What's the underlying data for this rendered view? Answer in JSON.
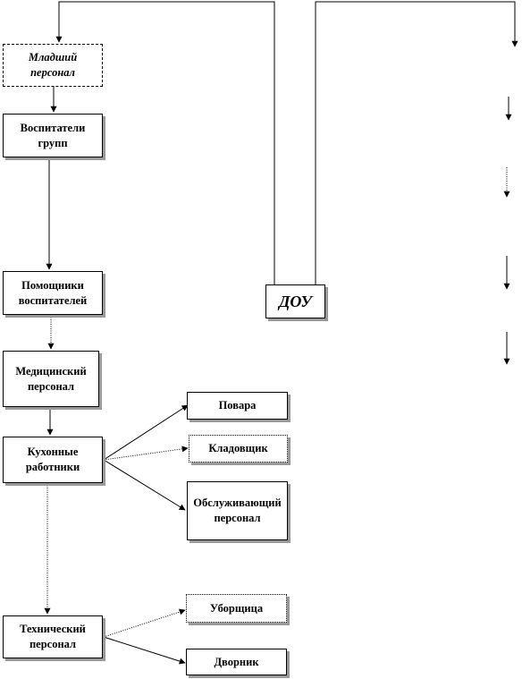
{
  "diagram": {
    "root": {
      "label": "ДОУ"
    },
    "nodes": [
      {
        "id": "junior_staff",
        "label": "Младший персонал"
      },
      {
        "id": "group_teachers",
        "label": "Воспитатели групп"
      },
      {
        "id": "teacher_assistants",
        "label": "Помощники воспитателей"
      },
      {
        "id": "medical_staff",
        "label": "Медицинский персонал"
      },
      {
        "id": "kitchen_workers",
        "label": "Кухонные работники"
      },
      {
        "id": "cooks",
        "label": "Повара"
      },
      {
        "id": "storekeeper",
        "label": "Кладовщик"
      },
      {
        "id": "service_staff",
        "label": "Обслуживающий персонал"
      },
      {
        "id": "technical_staff",
        "label": "Технический персонал"
      },
      {
        "id": "cleaner",
        "label": "Уборщица"
      },
      {
        "id": "janitor",
        "label": "Дворник"
      }
    ],
    "edges": [
      {
        "from": "root",
        "to": "junior_staff"
      },
      {
        "from": "junior_staff",
        "to": "group_teachers"
      },
      {
        "from": "group_teachers",
        "to": "teacher_assistants"
      },
      {
        "from": "teacher_assistants",
        "to": "medical_staff"
      },
      {
        "from": "medical_staff",
        "to": "kitchen_workers"
      },
      {
        "from": "kitchen_workers",
        "to": "cooks"
      },
      {
        "from": "kitchen_workers",
        "to": "storekeeper"
      },
      {
        "from": "kitchen_workers",
        "to": "service_staff"
      },
      {
        "from": "kitchen_workers",
        "to": "technical_staff"
      },
      {
        "from": "technical_staff",
        "to": "cleaner"
      },
      {
        "from": "technical_staff",
        "to": "janitor"
      }
    ]
  }
}
